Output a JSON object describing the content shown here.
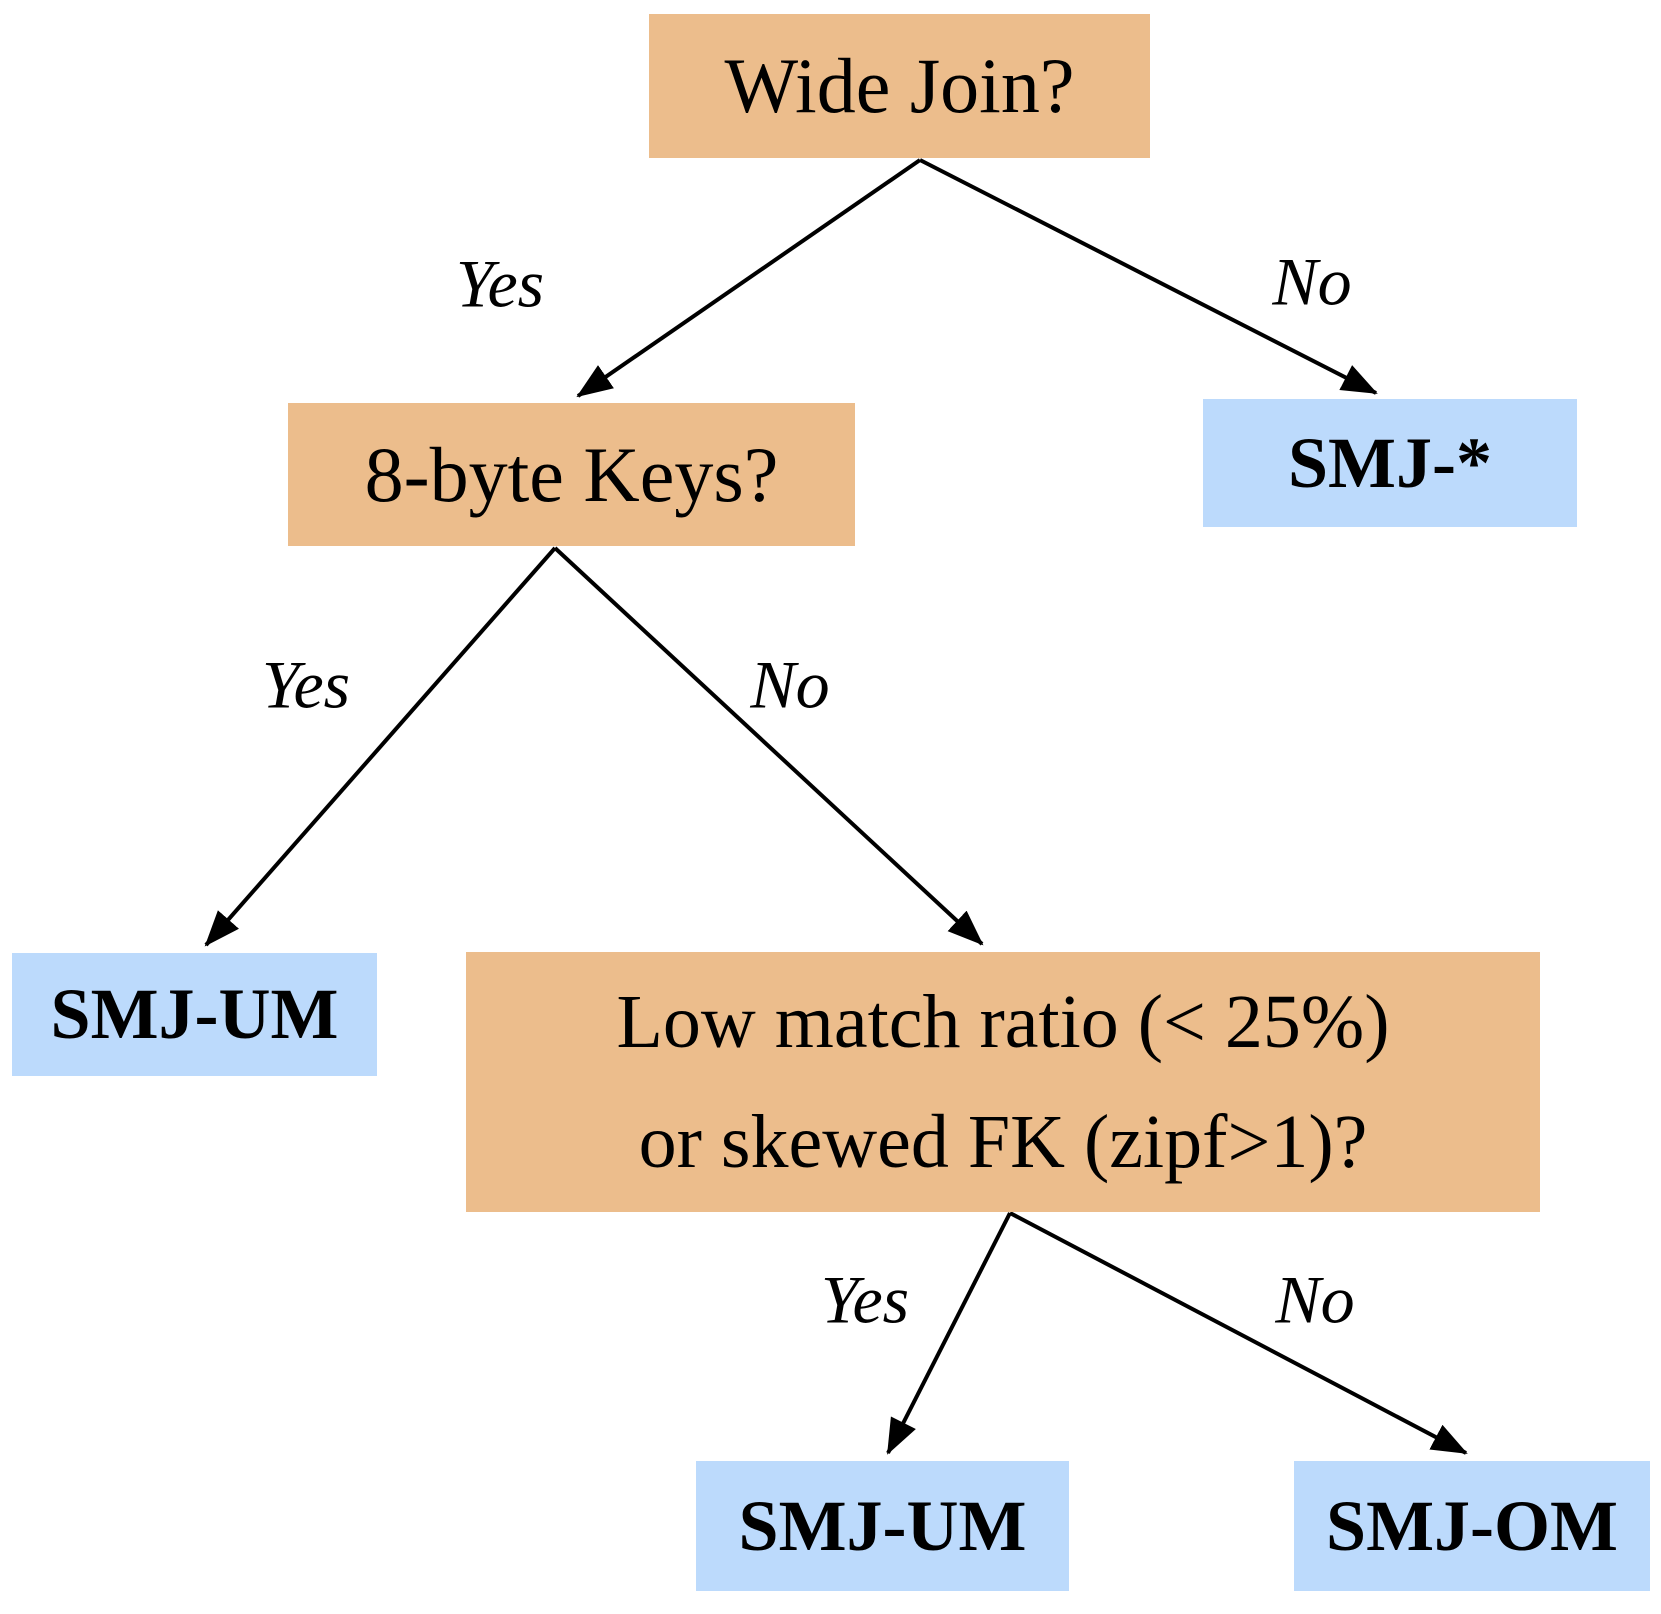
{
  "diagram": {
    "type": "decision-tree",
    "nodes": {
      "wide_join": {
        "label": "Wide Join?",
        "kind": "decision"
      },
      "byte_keys": {
        "label": "8-byte Keys?",
        "kind": "decision"
      },
      "smj_star": {
        "label": "SMJ-*",
        "kind": "outcome"
      },
      "smj_um_left": {
        "label": "SMJ-UM",
        "kind": "outcome"
      },
      "low_match": {
        "line1": "Low match ratio (< 25%)",
        "line2": "or skewed FK (zipf>1)?",
        "kind": "decision"
      },
      "smj_um_bottom": {
        "label": "SMJ-UM",
        "kind": "outcome"
      },
      "smj_om": {
        "label": "SMJ-OM",
        "kind": "outcome"
      }
    },
    "edge_labels": {
      "wide_join_yes": "Yes",
      "wide_join_no": "No",
      "byte_keys_yes": "Yes",
      "byte_keys_no": "No",
      "low_match_yes": "Yes",
      "low_match_no": "No"
    },
    "colors": {
      "decision_fill": "#ECBD8C",
      "outcome_fill": "#BCDAFC",
      "line": "#000000",
      "text": "#000000",
      "background": "#FFFFFF"
    }
  }
}
